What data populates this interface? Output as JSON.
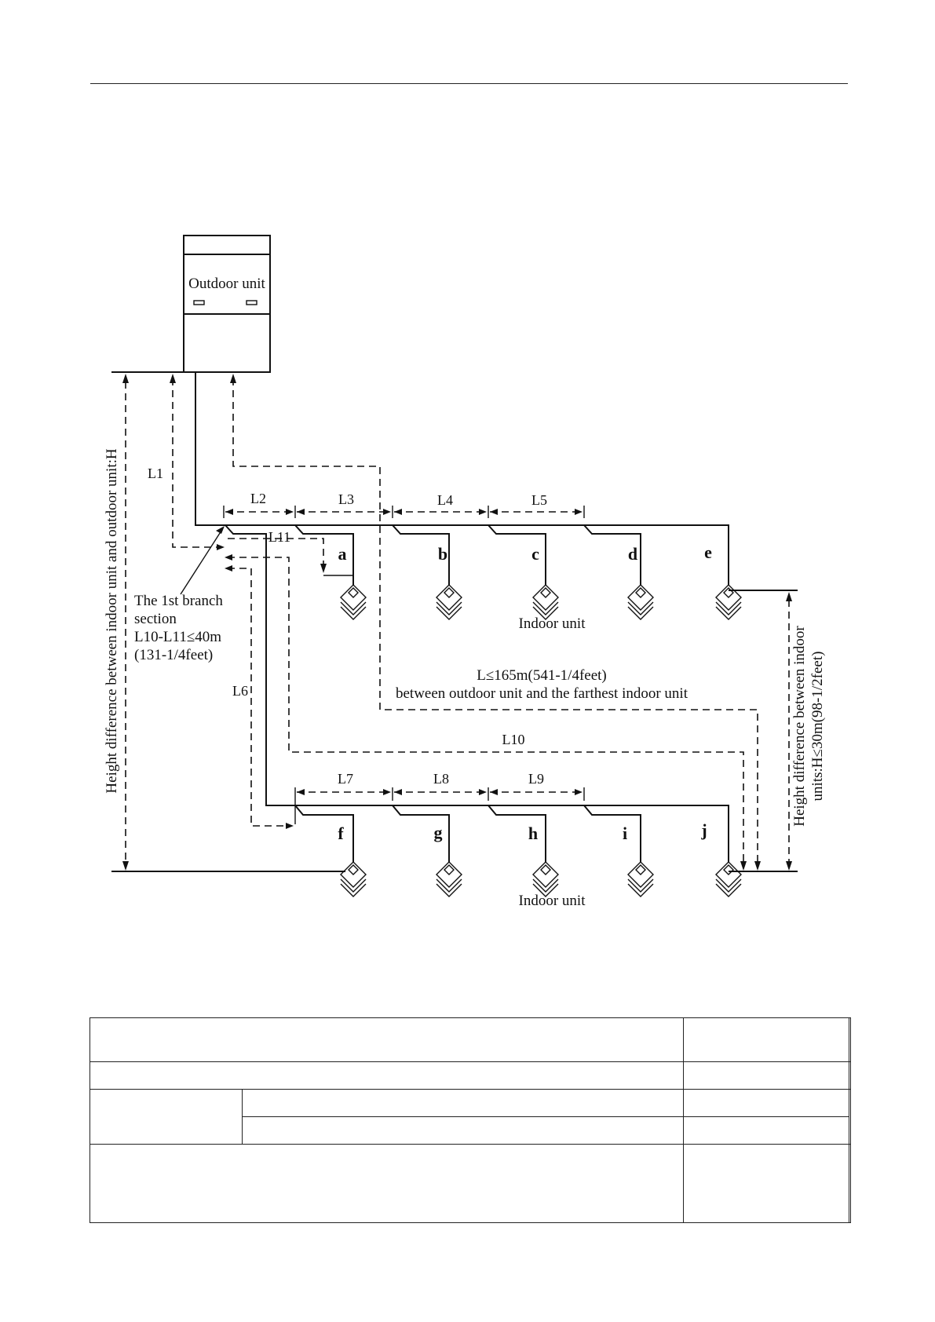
{
  "diagram": {
    "outdoor_unit_label": "Outdoor unit",
    "indoor_units_top": [
      "a",
      "b",
      "c",
      "d",
      "e"
    ],
    "indoor_units_bottom": [
      "f",
      "g",
      "h",
      "i",
      "j"
    ],
    "indoor_unit_caption_top": "Indoor unit",
    "indoor_unit_caption_bottom": "Indoor unit",
    "segment_labels": {
      "L1": "L1",
      "L2": "L2",
      "L3": "L3",
      "L4": "L4",
      "L5": "L5",
      "L6": "L6",
      "L7": "L7",
      "L8": "L8",
      "L9": "L9",
      "L10": "L10",
      "L11": "L11"
    },
    "first_branch_note": [
      "The 1st branch",
      "section",
      "L10-L11≤40m",
      "(131-1/4feet)"
    ],
    "max_length_note": [
      "L≤165m(541-1/4feet)",
      "between outdoor unit and the farthest indoor unit"
    ],
    "height_outdoor_indoor": "Height difference between indoor unit and outdoor unit:H",
    "height_indoor_indoor": [
      "Height difference between indoor",
      "units:H≤30m(98-1/2feet)"
    ]
  },
  "colors": {
    "line": "#111111",
    "background": "#ffffff"
  }
}
